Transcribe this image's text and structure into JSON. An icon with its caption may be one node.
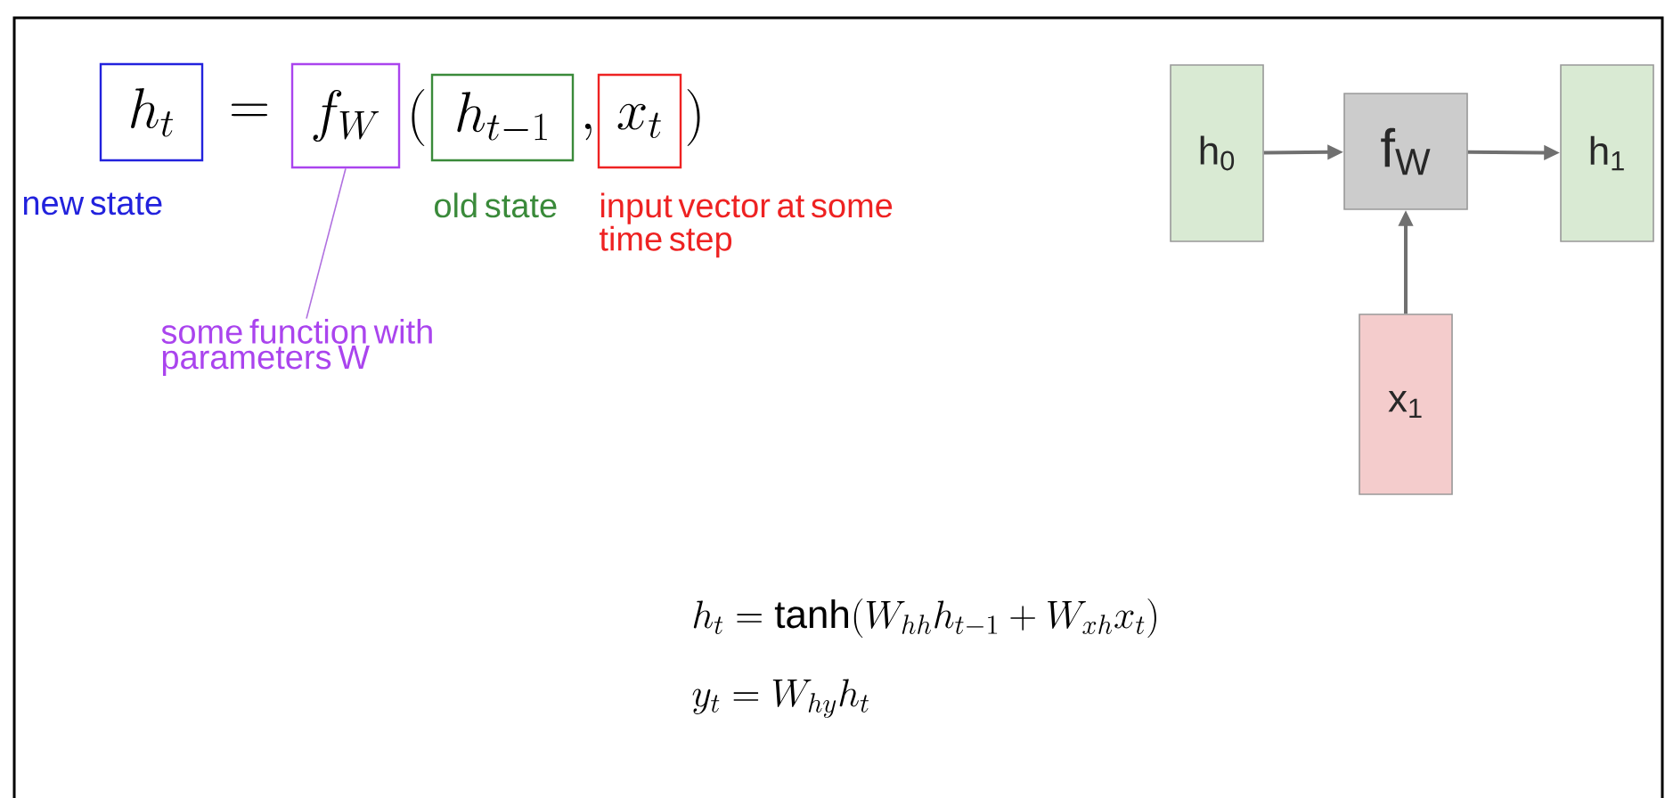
{
  "diagram": {
    "nodes": [
      {
        "text": [
          "h_t"
        ],
        "beside": [
          "new state"
        ]
      },
      {
        "text": [
          "f_W"
        ]
      },
      {
        "text": [
          "some function with parameters W"
        ]
      },
      {
        "text": [
          "h_{t-1}"
        ],
        "beside": [
          "old state"
        ]
      },
      {
        "text": [
          "x_t"
        ],
        "beside": [
          "input vector at some time step"
        ]
      },
      {
        "text": [
          "h$_{0}$"
        ]
      },
      {
        "text": [
          "f$_{W}$"
        ]
      },
      {
        "text": [
          "h$_{1}$"
        ]
      },
      {
        "text": [
          "x$_{1}$"
        ]
      }
    ],
    "edges": [
      {
        "from": 2,
        "to": 1,
        "arrow": "none",
        "color": "#b070e0"
      },
      {
        "from": 5,
        "to": 6,
        "arrow": "to"
      },
      {
        "from": 6,
        "to": 7,
        "arrow": "to"
      },
      {
        "from": 8,
        "to": 6,
        "arrow": "to"
      }
    ],
    "labels": [
      "=",
      "(",
      ",",
      ")",
      "h_t = \\tanh(W_{hh}h_{t-1} + W_{xh}x_t)",
      "y_t = W_{hy}h_t"
    ]
  }
}
